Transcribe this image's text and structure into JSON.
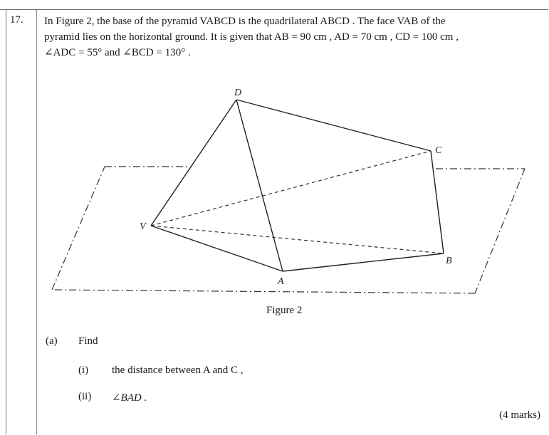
{
  "question": {
    "number": "17.",
    "line1": "In Figure 2, the base of the pyramid VABCD is the quadrilateral ABCD . The face VAB of the",
    "line2": "pyramid lies on the horizontal ground. It is given that AB = 90 cm , AD = 70 cm , CD = 100 cm ,",
    "line3": "∠ADC = 55° and ∠BCD = 130° ."
  },
  "figure": {
    "caption": "Figure 2",
    "labels": {
      "D": "D",
      "C": "C",
      "V": "V",
      "B": "B",
      "A": "A"
    }
  },
  "part_a": {
    "label": "(a)",
    "instruction": "Find",
    "sub_i_label": "(i)",
    "sub_i_text": "the distance between A and C ,",
    "sub_ii_label": "(ii)",
    "sub_ii_text": "∠BAD ."
  },
  "marks": "(4 marks)"
}
